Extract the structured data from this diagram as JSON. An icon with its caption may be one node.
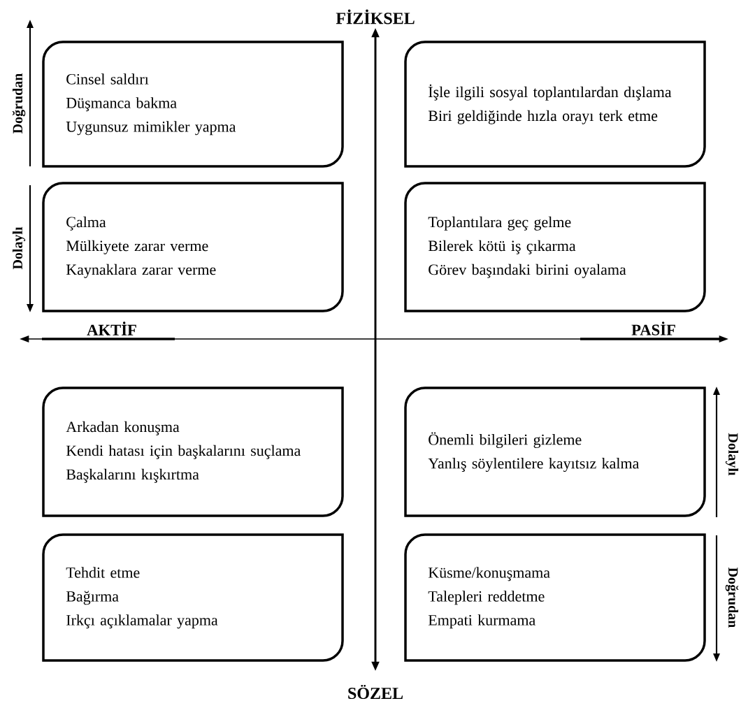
{
  "diagram": {
    "nodes": [
      {
        "text": [
          "Cinsel saldırı",
          "Düşmanca bakma",
          "Uygunsuz mimikler yapma"
        ]
      },
      {
        "text": [
          "İşle ilgili sosyal toplantılardan dışlama",
          "Biri geldiğinde hızla orayı terk etme"
        ]
      },
      {
        "text": [
          "Çalma",
          "Mülkiyete zarar verme",
          "Kaynaklara zarar verme"
        ]
      },
      {
        "text": [
          "Toplantılara geç gelme",
          "Bilerek kötü iş çıkarma",
          "Görev başındaki birini oyalama"
        ]
      },
      {
        "text": [
          "Arkadan konuşma",
          "Kendi hatası için başkalarını suçlama",
          "Başkalarını kışkırtma"
        ]
      },
      {
        "text": [
          "Önemli bilgileri gizleme",
          "Yanlış söylentilere kayıtsız kalma"
        ]
      },
      {
        "text": [
          "Tehdit etme",
          "Bağırma",
          "Irkçı açıklamalar yapma"
        ]
      },
      {
        "text": [
          "Küsme/konuşmama",
          "Talepleri reddetme",
          "Empati kurmama"
        ]
      }
    ],
    "labels": [
      "FİZİKSEL",
      "Doğrudan",
      "Dolaylı",
      "AKTİF",
      "PASİF",
      "Dolaylı",
      "Doğrudan",
      "SÖZEL"
    ]
  }
}
